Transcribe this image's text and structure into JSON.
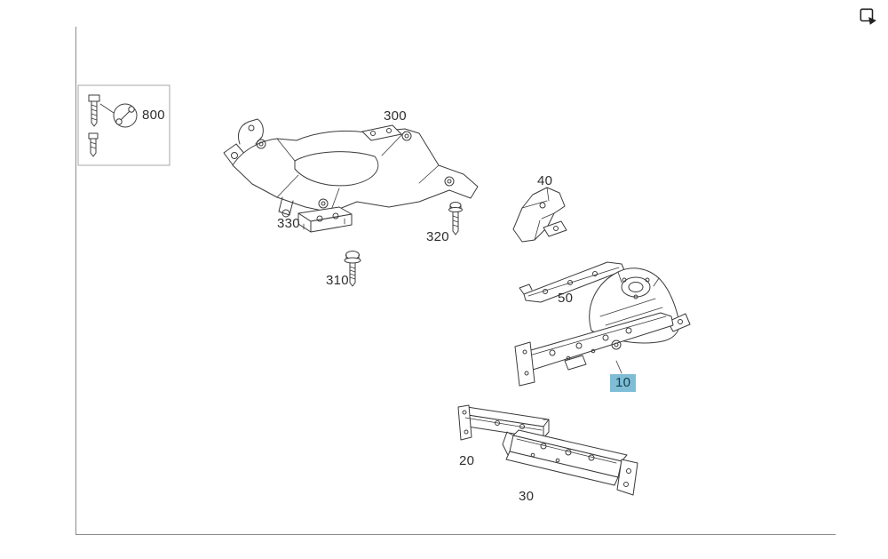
{
  "colors": {
    "highlight_bg": "#7fbdd6",
    "highlight_text": "#12404e",
    "line": "#3b3b3b"
  },
  "toolbar": {
    "export_icon": "export-icon"
  },
  "diagram": {
    "callouts": [
      {
        "id": "800",
        "label": "800",
        "selected": false
      },
      {
        "id": "300",
        "label": "300",
        "selected": false
      },
      {
        "id": "330",
        "label": "330",
        "selected": false
      },
      {
        "id": "320",
        "label": "320",
        "selected": false
      },
      {
        "id": "310",
        "label": "310",
        "selected": false
      },
      {
        "id": "40",
        "label": "40",
        "selected": false
      },
      {
        "id": "50",
        "label": "50",
        "selected": false
      },
      {
        "id": "10",
        "label": "10",
        "selected": true
      },
      {
        "id": "20",
        "label": "20",
        "selected": false
      },
      {
        "id": "30",
        "label": "30",
        "selected": false
      }
    ]
  }
}
